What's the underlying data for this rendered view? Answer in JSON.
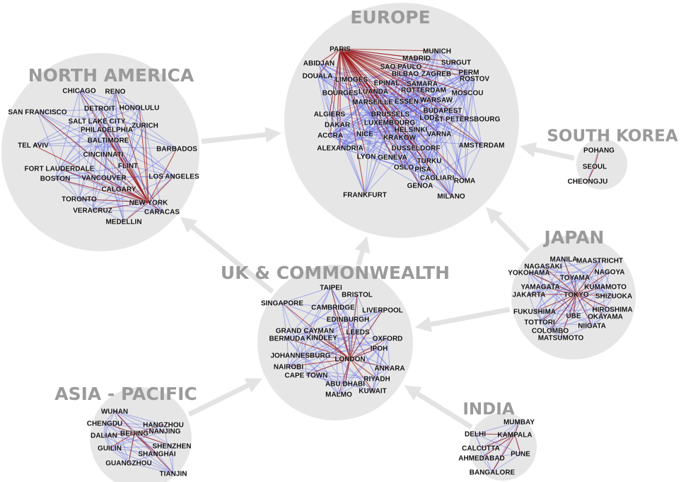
{
  "colors": {
    "background": "#ffffff",
    "region_fill": "#e6e6e6",
    "title": "#9a9a9a",
    "link_blue": "#5a63e6",
    "link_red": "#9b1616",
    "flow_arrow": "#e3e3e3",
    "city_text": "#111111"
  },
  "regions": [
    {
      "id": "north-america",
      "title": "NORTH AMERICA",
      "cities": [
        "CHICAGO",
        "RENO",
        "SAN FRANCISCO",
        "DETROIT",
        "HONOLULU",
        "SALT LAKE CITY",
        "PHILADELPHIA",
        "ZURICH",
        "BALTIMORE",
        "TEL AVIV",
        "BARBADOS",
        "CINCINNATI",
        "FORT LAUDERDALE",
        "FLINT",
        "BOSTON",
        "VANCOUVER",
        "LOS ANGELES",
        "CALGARY",
        "TORONTO",
        "NEW YORK",
        "VERACRUZ",
        "CARACAS",
        "MEDELLIN"
      ]
    },
    {
      "id": "europe",
      "title": "EUROPE",
      "cities": [
        "PARIS",
        "MUNICH",
        "MADRID",
        "SURGUT",
        "ABIDJAN",
        "SAO PAULO",
        "BILBAO",
        "ZAGREB",
        "PERM",
        "DOUALA",
        "LIMOGES",
        "EPINAL",
        "SAMARA",
        "ROSTOV",
        "BOURGES",
        "LUANDA",
        "ROTTERDAM",
        "MOSCOU",
        "MARSEILLE",
        "ESSEN",
        "WARSAW",
        "BUDAPEST",
        "ALGIERS",
        "BRUSSELS",
        "LODZ",
        "ST PETERSBOURG",
        "DAKAR",
        "LUXEMBOURG",
        "HELSINKI",
        "ACCRA",
        "NICE",
        "KRAKOW",
        "VARNA",
        "ALEXANDRIA",
        "AMSTERDAM",
        "DUSSELDORF",
        "TURKU",
        "LYON",
        "GENEVA",
        "PISA",
        "OSLO",
        "CAGLIARI",
        "ROMA",
        "GENOA",
        "FRANKFURT",
        "MILANO"
      ]
    },
    {
      "id": "south-korea",
      "title": "SOUTH KOREA",
      "cities": [
        "POHANG",
        "SEOUL",
        "CHEONGJU"
      ]
    },
    {
      "id": "japan",
      "title": "JAPAN",
      "cities": [
        "MANILA",
        "MAASTRICHT",
        "NAGASAKI",
        "NAGOYA",
        "YOKOHAMA",
        "TOYAMA",
        "YAMAGATA",
        "KUMAMOTO",
        "JAKARTA",
        "TOKYO",
        "SHIZUOKA",
        "HIROSHIMA",
        "FUKUSHIMA",
        "UBE",
        "OKAYAMA",
        "TOTTORI",
        "NIIGATA",
        "COLOMBO",
        "MATSUMOTO"
      ]
    },
    {
      "id": "uk-commonwealth",
      "title": "UK & COMMONWEALTH",
      "cities": [
        "TAIPEI",
        "BRISTOL",
        "SINGAPORE",
        "CAMBRIDGE",
        "LIVERPOOL",
        "EDINBURGH",
        "GRAND CAYMAN",
        "LEEDS",
        "BERMUDA",
        "KINDLEY",
        "OXFORD",
        "IPOH",
        "JOHANNESBURG",
        "LONDON",
        "NAIROBI",
        "ANKARA",
        "CAPE TOWN",
        "RIYADH",
        "ABU DHABI",
        "MALMO",
        "KUWAIT"
      ]
    },
    {
      "id": "asia-pacific",
      "title": "ASIA - PACIFIC",
      "cities": [
        "WUHAN",
        "CHENGDU",
        "HANGZHOU",
        "NANJING",
        "DALIAN",
        "BEIJING",
        "GUILIN",
        "SHENZHEN",
        "SHANGHAI",
        "GUANGZHOU",
        "TIANJIN"
      ]
    },
    {
      "id": "india",
      "title": "INDIA",
      "cities": [
        "MUMBAY",
        "DELHI",
        "KAMPALA",
        "CALCUTTA",
        "PUNE",
        "AHMEDABAD",
        "BANGALORE"
      ]
    }
  ],
  "flows": [
    {
      "from": "north-america",
      "to": "europe"
    },
    {
      "from": "uk-commonwealth",
      "to": "north-america"
    },
    {
      "from": "uk-commonwealth",
      "to": "europe"
    },
    {
      "from": "japan",
      "to": "europe"
    },
    {
      "from": "japan",
      "to": "uk-commonwealth"
    },
    {
      "from": "south-korea",
      "to": "europe"
    },
    {
      "from": "asia-pacific",
      "to": "uk-commonwealth"
    },
    {
      "from": "india",
      "to": "uk-commonwealth"
    }
  ]
}
